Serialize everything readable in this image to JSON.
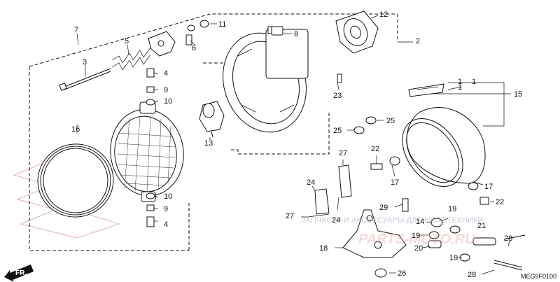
{
  "diagram": {
    "part_numbers": [
      "1",
      "1",
      "1",
      "2",
      "3",
      "4",
      "4",
      "5",
      "6",
      "7",
      "8",
      "9",
      "9",
      "10",
      "10",
      "11",
      "12",
      "13",
      "14",
      "15",
      "16",
      "17",
      "17",
      "18",
      "19",
      "19",
      "19",
      "20",
      "21",
      "22",
      "22",
      "23",
      "24",
      "24",
      "25",
      "25",
      "26",
      "27",
      "27",
      "28",
      "28",
      "29"
    ],
    "diagram_code": "MEG9F0100",
    "direction_label": "FR.",
    "watermark_text": "ЗАПЧАСТИ И АКСЕССУАРЫ ДЛЯ МОТОТЕХНИКИ",
    "watermark_brand": "PARTS-MOTO.RU"
  }
}
